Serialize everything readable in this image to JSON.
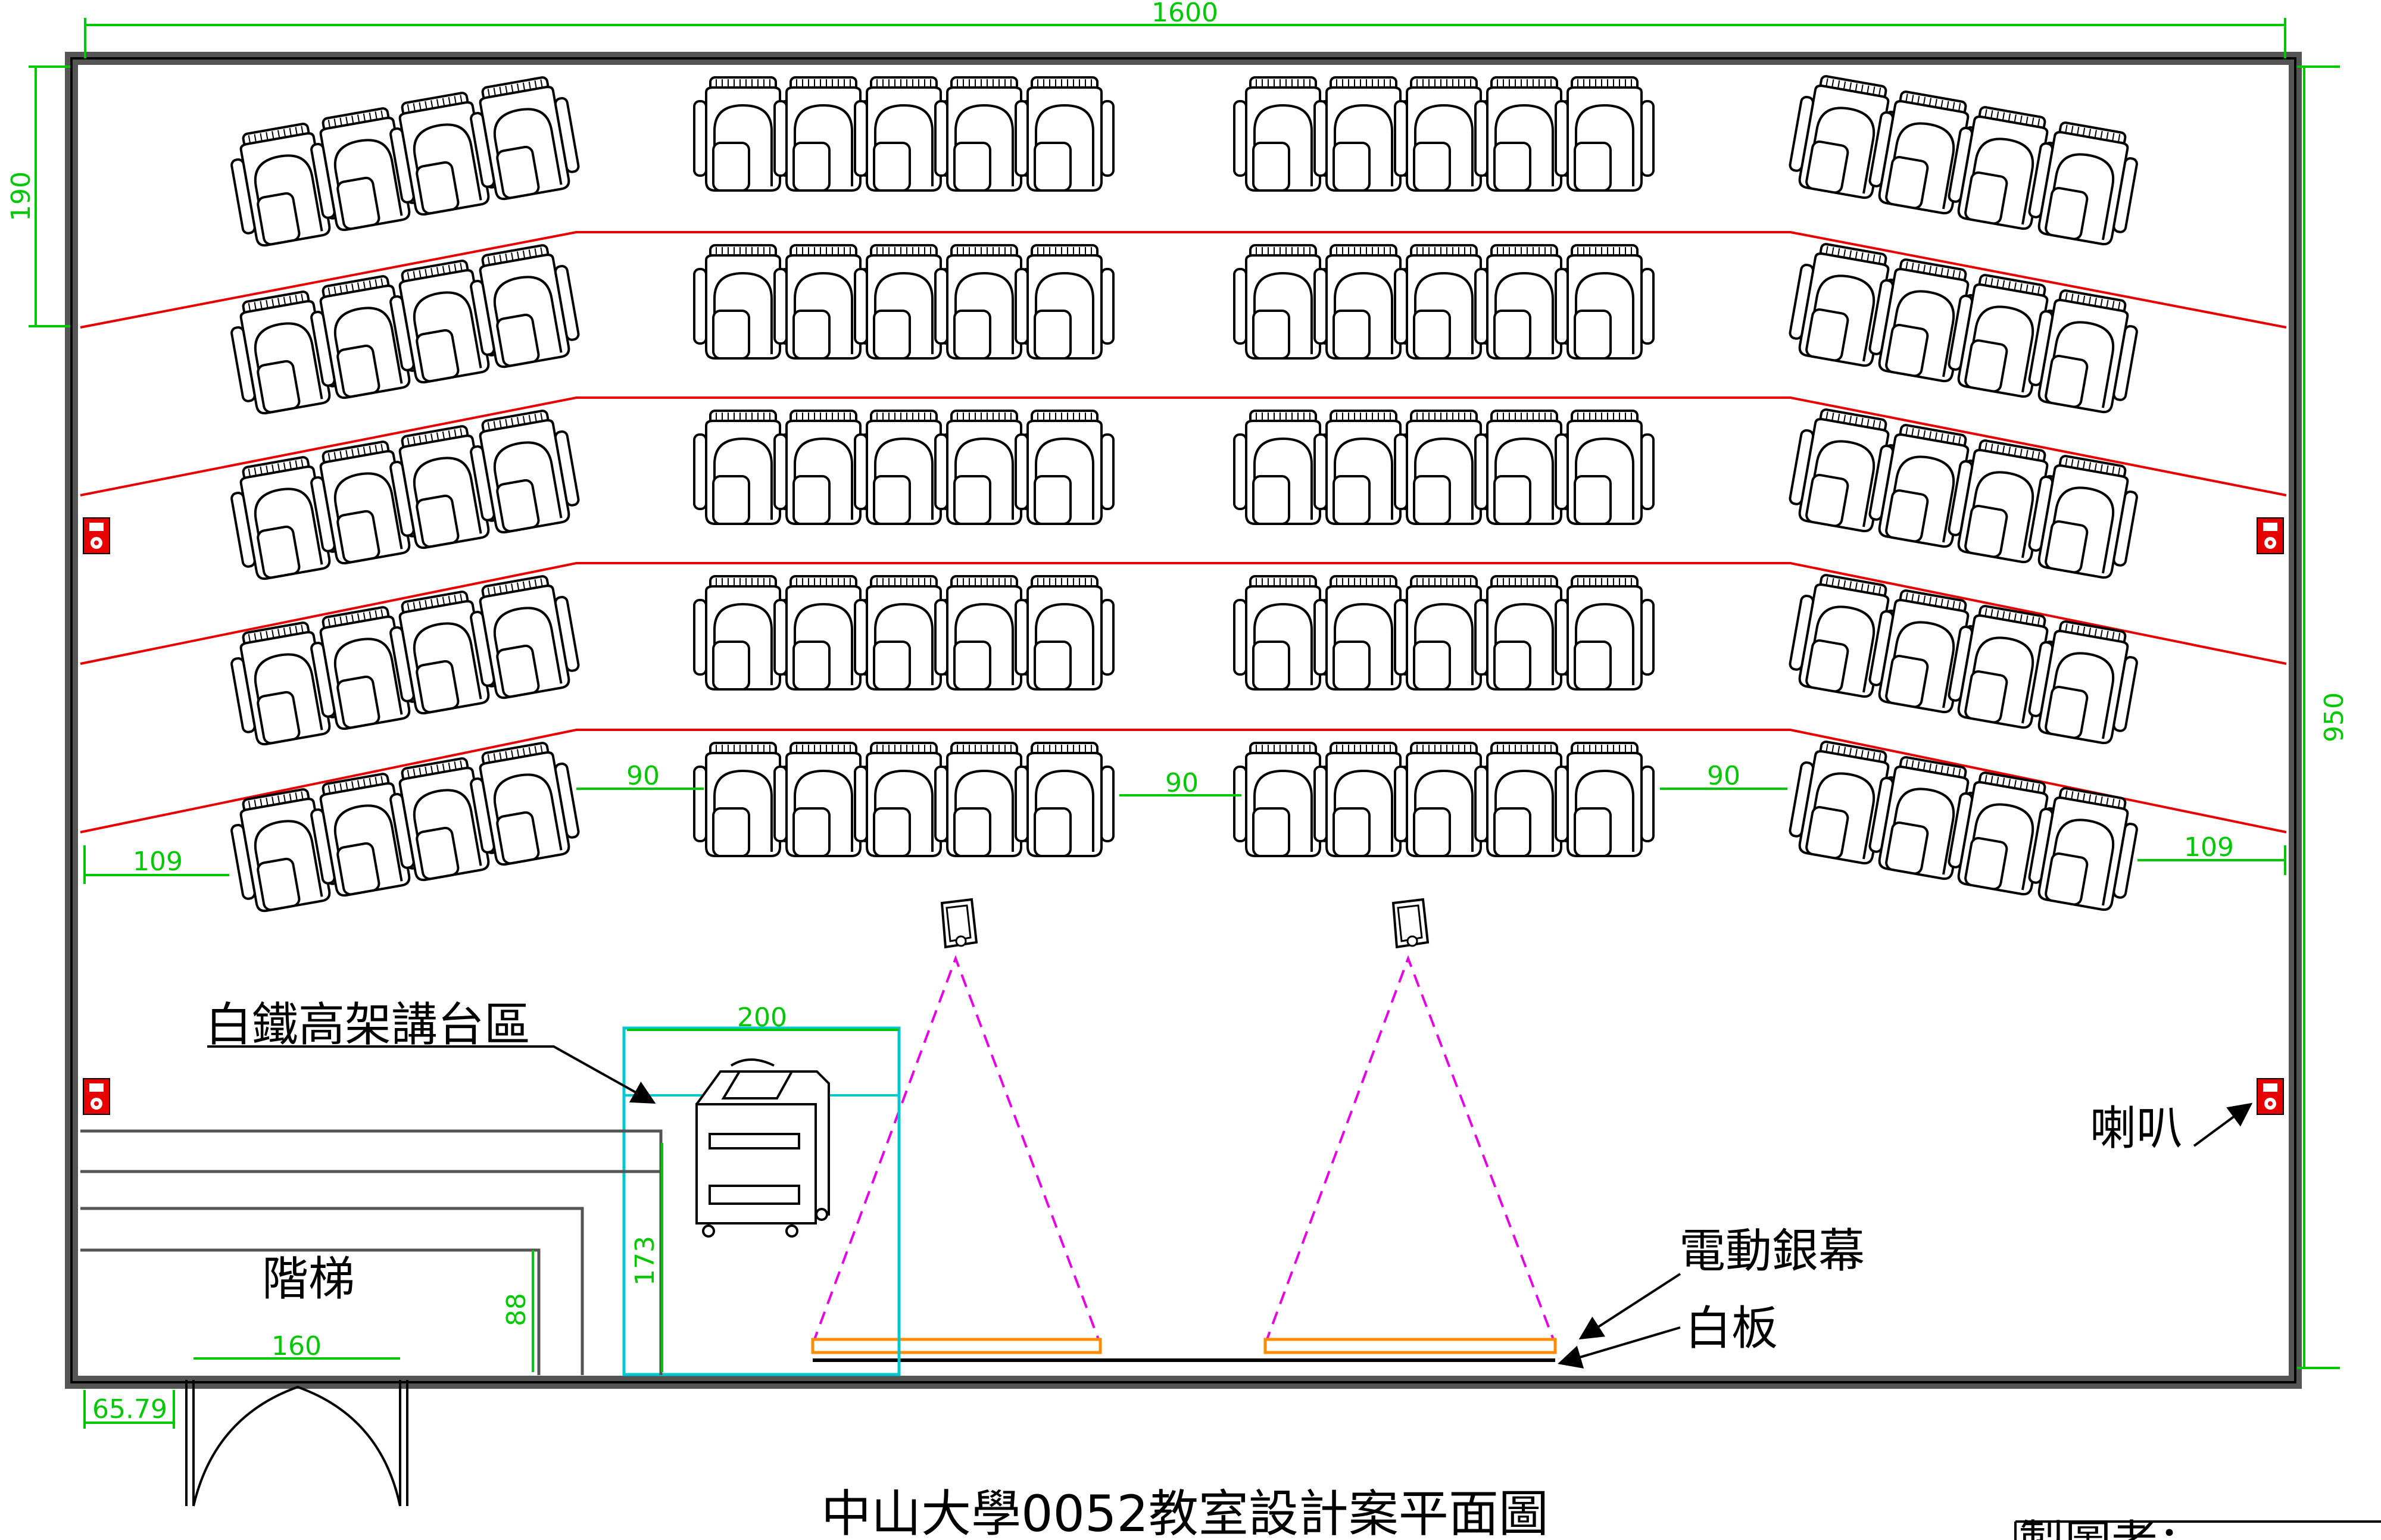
{
  "title": "中山大學0052教室設計案平面圖",
  "maker_label": "製圖者：",
  "labels": {
    "podium_area": "白鐵高架講台區",
    "stairs": "階梯",
    "speaker": "喇叭",
    "screen": "電動銀幕",
    "whiteboard": "白板"
  },
  "dimensions": {
    "room_width": "1600",
    "room_depth": "950",
    "first_row_depth": "190",
    "aisle_left": "90",
    "aisle_center": "90",
    "aisle_right": "90",
    "side_left": "109",
    "side_right": "109",
    "podium_width": "200",
    "podium_depth": "173",
    "stair_height": "88",
    "door_width": "160",
    "door_offset": "65.79"
  },
  "colors": {
    "wall": "#555555",
    "tier_line": "#e60000",
    "dimension": "#00c800",
    "projection": "#e600e6",
    "screen": "#ff8c00",
    "podium_outline": "#00c8d2",
    "speaker": "#e60000"
  },
  "icons": [
    "seat-icon",
    "projector-icon",
    "speaker-icon",
    "podium-cabinet-icon",
    "door-icon"
  ]
}
